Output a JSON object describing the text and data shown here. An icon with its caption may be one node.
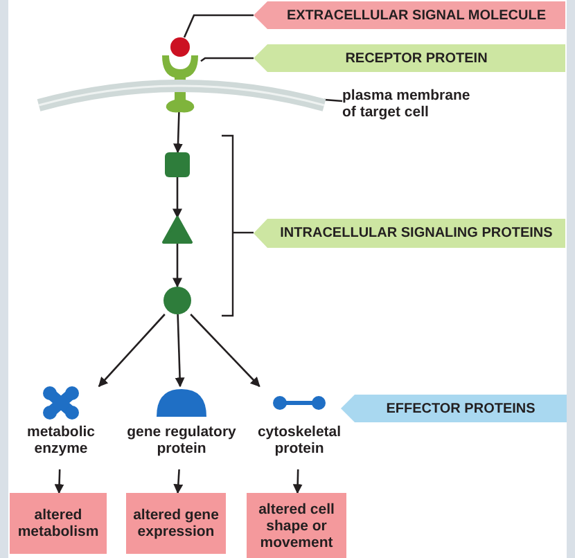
{
  "diagram": {
    "nodes": [
      {
        "text": [
          "EXTRACELLULAR SIGNAL MOLECULE"
        ]
      },
      {
        "text": [],
        "shape": "circle"
      },
      {
        "text": [
          "RECEPTOR PROTEIN"
        ]
      },
      {
        "text": [],
        "shape": "picture"
      },
      {
        "text": [
          "plasma membrane of target cell"
        ]
      },
      {
        "text": [],
        "shape": "bar"
      },
      {
        "text": [],
        "shape": "box"
      },
      {
        "text": [],
        "shape": "triangle"
      },
      {
        "text": [],
        "shape": "circle"
      },
      {
        "text": [
          "INTRACELLULAR SIGNALING PROTEINS"
        ]
      },
      {
        "text": [
          "metabolic enzyme"
        ]
      },
      {
        "text": [
          "gene regulatory protein"
        ]
      },
      {
        "text": [
          "cytoskeletal protein"
        ]
      },
      {
        "text": [
          "EFFECTOR PROTEINS"
        ]
      },
      {
        "text": [
          "altered metabolism"
        ]
      },
      {
        "text": [
          "altered gene expression"
        ]
      },
      {
        "text": [
          "altered cell shape or movement"
        ]
      }
    ],
    "edges": [
      {
        "from": 0,
        "to": 1,
        "arrow": "none"
      },
      {
        "from": 2,
        "to": 3,
        "arrow": "none"
      },
      {
        "from": 4,
        "to": 5,
        "arrow": "none"
      },
      {
        "from": 3,
        "to": 6,
        "arrow": "to"
      },
      {
        "from": 6,
        "to": 7,
        "arrow": "to"
      },
      {
        "from": 7,
        "to": 8,
        "arrow": "to"
      },
      {
        "from": 8,
        "to": 10,
        "arrow": "to"
      },
      {
        "from": 8,
        "to": 11,
        "arrow": "to"
      },
      {
        "from": 8,
        "to": 12,
        "arrow": "to"
      },
      {
        "from": 10,
        "to": 14,
        "arrow": "to"
      },
      {
        "from": 11,
        "to": 15,
        "arrow": "to"
      },
      {
        "from": 12,
        "to": 16,
        "arrow": "to"
      }
    ]
  }
}
